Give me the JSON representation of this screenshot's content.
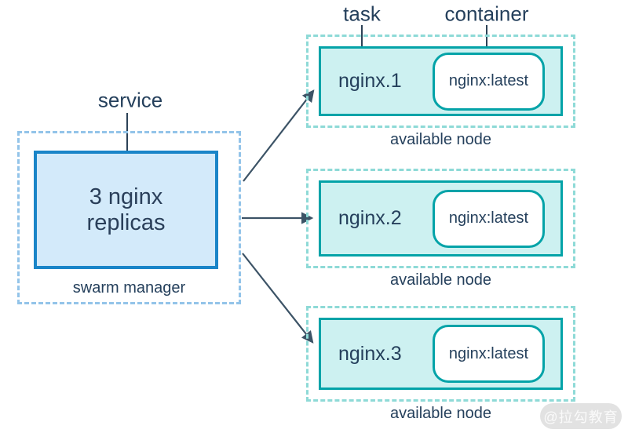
{
  "labels": {
    "service": "service",
    "task": "task",
    "container": "container"
  },
  "manager": {
    "replicas_line1": "3 nginx",
    "replicas_line2": "replicas",
    "caption": "swarm manager"
  },
  "nodes": [
    {
      "task_name": "nginx.1",
      "container_image": "nginx:latest",
      "caption": "available node"
    },
    {
      "task_name": "nginx.2",
      "container_image": "nginx:latest",
      "caption": "available node"
    },
    {
      "task_name": "nginx.3",
      "container_image": "nginx:latest",
      "caption": "available node"
    }
  ],
  "watermark": {
    "text": "@拉勾教育"
  },
  "colors": {
    "text": "#25405c",
    "manager_border": "#1a85c8",
    "manager_fill": "#d3eafa",
    "manager_dotted": "#93c4e9",
    "node_border": "#04a3a8",
    "node_fill": "#cdf1f1",
    "node_dotted": "#8edad7",
    "arrow": "#3c5366"
  }
}
